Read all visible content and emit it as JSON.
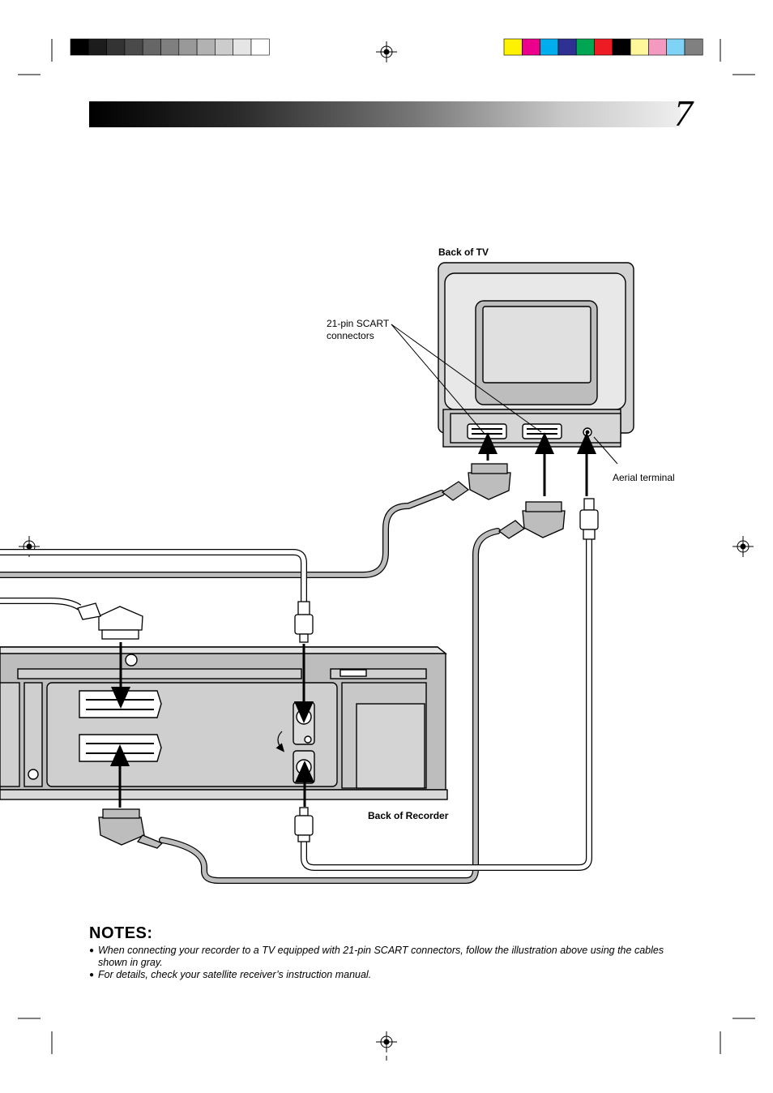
{
  "page_number": "7",
  "color_bars": {
    "gray": [
      "#000000",
      "#1c1c1c",
      "#333333",
      "#4a4a4a",
      "#666666",
      "#7f7f7f",
      "#999999",
      "#b2b2b2",
      "#cccccc",
      "#e5e5e5",
      "#ffffff"
    ],
    "color": [
      "#fff200",
      "#ec008c",
      "#00aeef",
      "#2e3192",
      "#00a651",
      "#ed1c24",
      "#000000",
      "#fff799",
      "#f49ac1",
      "#7fd3f7",
      "#808080"
    ]
  },
  "diagram": {
    "tv_label": "Back of TV",
    "scart_label_line1": "21-pin SCART",
    "scart_label_line2": "connectors",
    "aerial_label": "Aerial terminal",
    "recorder_label": "Back of Recorder"
  },
  "notes": {
    "title": "NOTES:",
    "items": [
      "When connecting your recorder to a TV equipped with 21-pin SCART connectors, follow the illustration above using the cables shown in gray.",
      "For details, check your satellite receiver’s instruction manual."
    ]
  }
}
